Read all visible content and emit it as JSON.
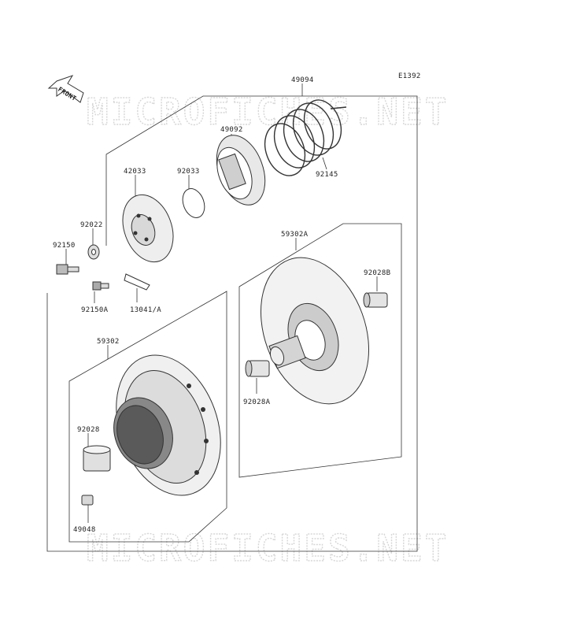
{
  "diagram_code": "E1392",
  "front_label": "FRONT",
  "watermark": "MICROFICHES.NET",
  "parts": {
    "p49094": "49094",
    "p49092": "49092",
    "p92145": "92145",
    "p42033": "42033",
    "p92033": "92033",
    "p92022": "92022",
    "p92150": "92150",
    "p92150A": "92150A",
    "p13041A": "13041/A",
    "p59302A": "59302A",
    "p92028B": "92028B",
    "p92028A": "92028A",
    "p59302": "59302",
    "p92028": "92028",
    "p49048": "49048"
  }
}
